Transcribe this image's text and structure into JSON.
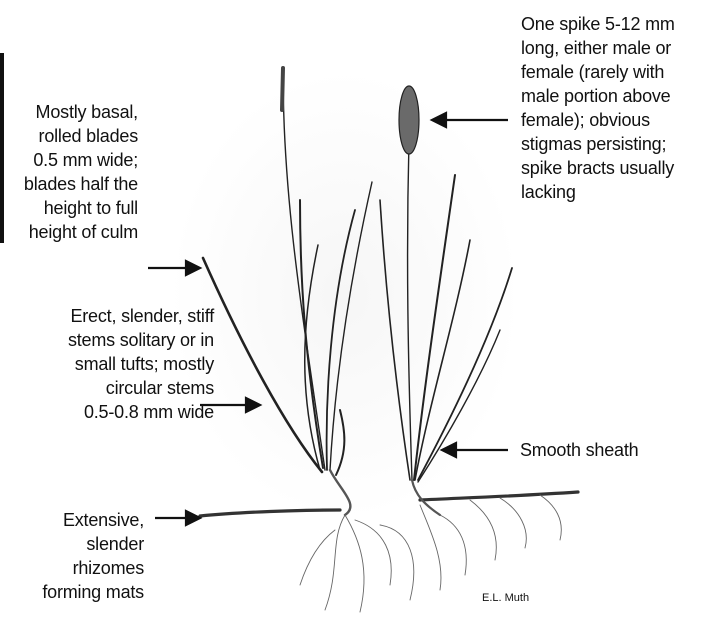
{
  "annotations": {
    "spike": [
      "One spike 5-12 mm",
      "long, either male or",
      "female (rarely with",
      "male portion above",
      "female); obvious",
      "stigmas persisting;",
      "spike bracts usually",
      "lacking"
    ],
    "blades": [
      "Mostly basal,",
      "rolled blades",
      "0.5 mm wide;",
      "blades half the",
      "height to full",
      "height of culm"
    ],
    "stems": [
      "Erect, slender, stiff",
      "stems solitary or in",
      "small tufts; mostly",
      "circular stems",
      "0.5-0.8 mm wide"
    ],
    "sheath": [
      "Smooth sheath"
    ],
    "rhizomes": [
      "Extensive,",
      "slender",
      "rhizomes",
      "forming mats"
    ]
  },
  "credit": "E.L. Muth"
}
